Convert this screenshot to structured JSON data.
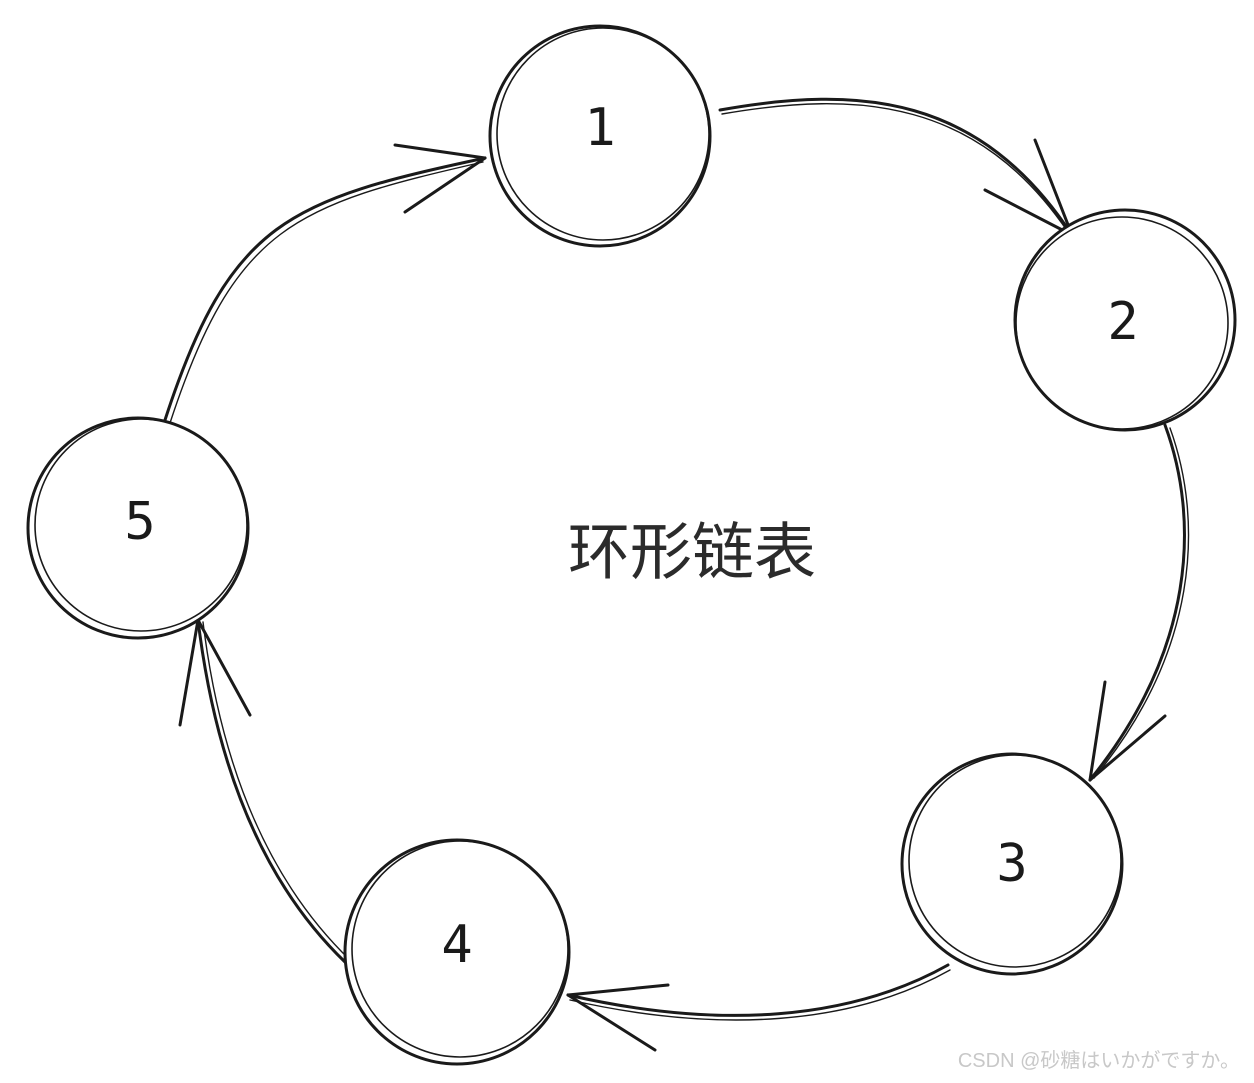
{
  "diagram": {
    "title": "环形链表",
    "nodes": [
      {
        "id": "n1",
        "label": "1"
      },
      {
        "id": "n2",
        "label": "2"
      },
      {
        "id": "n3",
        "label": "3"
      },
      {
        "id": "n4",
        "label": "4"
      },
      {
        "id": "n5",
        "label": "5"
      }
    ],
    "edges": [
      {
        "from": "n1",
        "to": "n2"
      },
      {
        "from": "n2",
        "to": "n3"
      },
      {
        "from": "n3",
        "to": "n4"
      },
      {
        "from": "n4",
        "to": "n5"
      },
      {
        "from": "n5",
        "to": "n1"
      }
    ],
    "colors": {
      "stroke": "#1a1a1a",
      "background": "#ffffff",
      "watermark": "#c8c8c8"
    }
  },
  "watermark": {
    "text": "CSDN @砂糖はいかがですか。"
  }
}
